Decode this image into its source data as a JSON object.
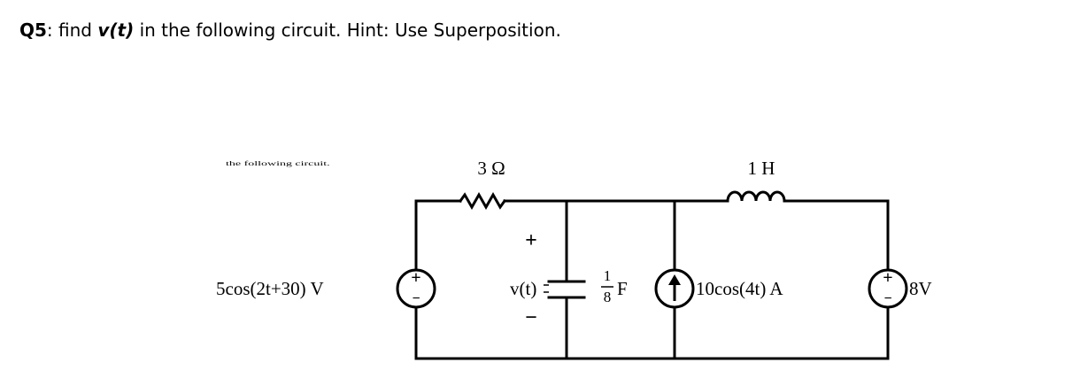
{
  "question": {
    "number": "Q5",
    "text_before": ": find ",
    "variable": "v(t)",
    "text_after": " in the following circuit.  Hint: Use Superposition."
  },
  "circuit": {
    "cropped_caption": "the following circuit.",
    "resistor_label": "3 Ω",
    "inductor_label": "1 H",
    "voltage_source_label": "5cos(2t+30) V",
    "capacitor_voltage_label": "v(t)",
    "capacitor_plus": "+",
    "capacitor_minus": "−",
    "capacitor_value_numerator": "1",
    "capacitor_value_denominator": "8",
    "capacitor_unit": "F",
    "current_source_label": "10cos(4t) A",
    "dc_source_label": "8V",
    "source_plus": "+",
    "source_minus": "−"
  },
  "colors": {
    "ink": "#000000",
    "background": "#ffffff"
  }
}
